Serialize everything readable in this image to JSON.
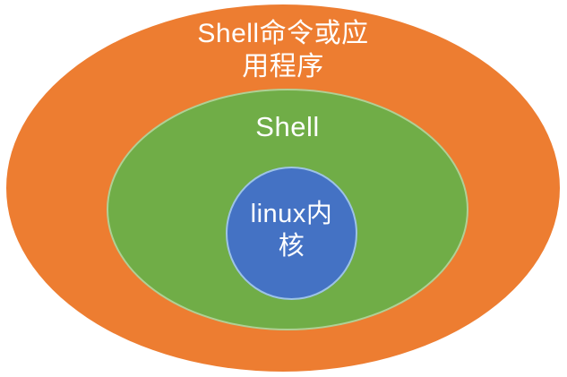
{
  "diagram": {
    "background_color": "#FFFFFF",
    "text_color": "#FFFFFF",
    "outer": {
      "label_line1": "Shell命令或应",
      "label_line2": "用程序",
      "fill": "#ED7D31"
    },
    "middle": {
      "label": "Shell",
      "fill": "#70AD47",
      "border": "#AFD095"
    },
    "inner": {
      "label_line1": "linux内",
      "label_line2": "核",
      "fill": "#4472C4",
      "border": "#9DC3E6"
    }
  }
}
